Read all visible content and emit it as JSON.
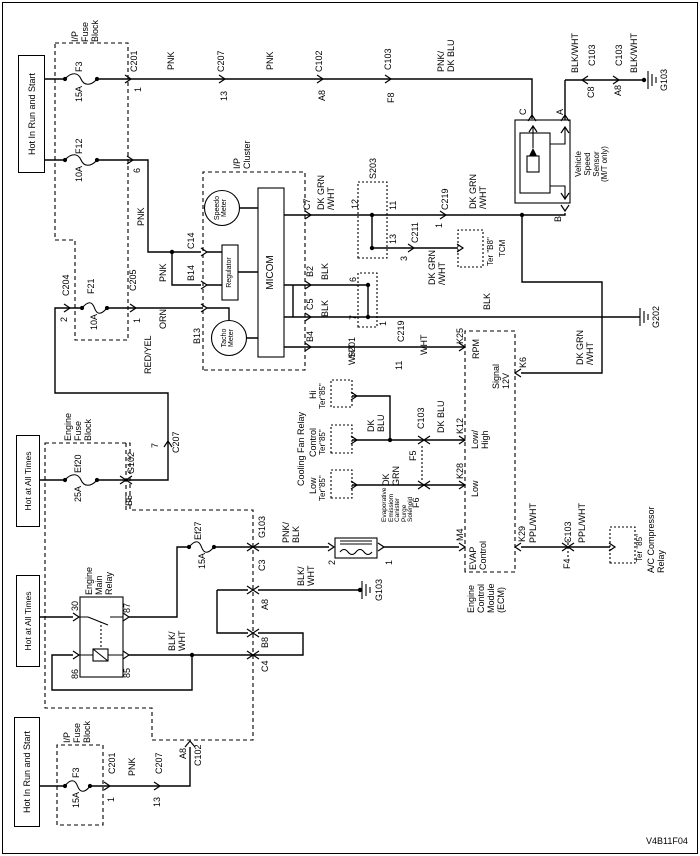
{
  "page": {
    "footer_code": "V4B11F04"
  },
  "feeds": {
    "hot_run_start_top": "Hot In Run and Start",
    "hot_all_times_1": "Hot at All Times",
    "hot_all_times_2": "Hot at All Times",
    "hot_run_start_bottom": "Hot In Run and Start"
  },
  "fuse_blocks": {
    "ip_top": "I/P\nFuse\nBlock",
    "ip_bottom": "I/P\nFuse\nBlock",
    "engine": "Engine\nFuse\nBlock"
  },
  "fuses": {
    "f3_top": "F3",
    "f3_top_amps": "15A",
    "f12": "F12",
    "f12_amps": "10A",
    "f21": "F21",
    "f21_amps": "10A",
    "ef20": "Ef20",
    "ef20_amps": "25A",
    "ef27": "Ef27",
    "ef27_amps": "15A",
    "f3_bottom": "F3",
    "f3_bottom_amps": "15A"
  },
  "cluster": {
    "title": "I/P\nCluster",
    "speedo": "Speedo\nMeter",
    "tacho": "Tacho\nMeter",
    "regulator": "Regulator",
    "micom": "MICOM",
    "pin_c14": "C14",
    "pin_b14": "B14",
    "pin_b13": "B13",
    "pin_c7": "C7",
    "pin_b2": "B2",
    "pin_c5": "C5",
    "pin_b4": "B4"
  },
  "vss": {
    "label": "Vehicle\nSpeed\nSensor\n(M/T only)",
    "pin_a": "A",
    "pin_b": "B",
    "pin_c": "C"
  },
  "ecm": {
    "label": "Engine\nControl\nModule\n(ECM)",
    "k25": "K25",
    "rpm": "RPM",
    "k12": "K12",
    "low_high": "Low/\nHigh",
    "k28": "K28",
    "low": "Low",
    "m4": "M4",
    "evap_control": "EVAP\nControl",
    "k29": "K29",
    "k6": "K6",
    "signal_12v": "Signal\n12V"
  },
  "relay": {
    "label": "Engine\nMain\nRelay",
    "p30": "30",
    "p87": "87",
    "p86": "86",
    "p85": "85"
  },
  "cooling": {
    "title": "Cooling Fan Relay",
    "low": "Low",
    "control": "Control",
    "hi": "Hi",
    "ter85": "Ter\"85\""
  },
  "tcm": {
    "ter": "Ter \"B8\"",
    "name": "TCM"
  },
  "ac_relay": {
    "ter": "Ter \"85\"",
    "name": "A/C Compressor\nRelay"
  },
  "solenoid": {
    "label": "Evaporative\nEmissiom\nCanister\nPurge\nSolenoid",
    "pin1": "1",
    "pin2": "2"
  },
  "grounds": {
    "g103_top": "G103",
    "g103_mid": "G103",
    "g202": "G202"
  },
  "splices": {
    "s203": "S203",
    "s203_p12": "12",
    "s203_p11": "11",
    "s203_p13": "13",
    "s201": "S201",
    "s201_p6": "6",
    "s201_p7": "7",
    "s201_p1": "1"
  },
  "connectors": {
    "c201_top": "C201",
    "c201_top_pin": "1",
    "c207_top": "C207",
    "c207_top_pin": "13",
    "c102_top": "C102",
    "c102_top_pin": "A8",
    "c103_f8": "C103",
    "c103_f8_pin": "F8",
    "c103_c8": "C103",
    "c103_c8_pin": "C8",
    "c103_a8": "C103",
    "c103_a8_pin": "A8",
    "c219_1": "C219",
    "c219_1_pin": "1",
    "c211": "C211",
    "c211_pin": "3",
    "c219_11": "C219",
    "c219_11_pin": "11",
    "c204": "C204",
    "c204_pin": "2",
    "c205": "C205",
    "c205_pin": "1",
    "c201_pin6": "6",
    "g102": "G102",
    "g102_pin": "B5",
    "c207_7": "C207",
    "c207_7_pin": "7",
    "g103_conn": "G103",
    "c3": "C3",
    "a8": "A8",
    "b8": "B8",
    "c4": "C4",
    "c103_f5": "C103",
    "f5": "F5",
    "f6": "F6",
    "c103_f4": "C103",
    "f4": "F4",
    "c201_bottom": "C201",
    "c201_bottom_pin": "1",
    "c207_bottom": "C207",
    "c207_bottom_pin": "13",
    "c102_bottom": "C102",
    "c102_bottom_pin": "A8"
  },
  "wires": {
    "pnk": "PNK",
    "pnk_dk_blu": "PNK/\nDK BLU",
    "blk_wht": "BLK/WHT",
    "blk_wht_2l": "BLK/\nWHT",
    "dk_grn_wht": "DK GRN\n/WHT",
    "orn": "ORN",
    "red_yel": "RED/YEL",
    "blk": "BLK",
    "wht": "WHT",
    "dk_blu_2l": "DK\nBLU",
    "dk_blu": "DK BLU",
    "dk_grn_2l": "DK\nGRN",
    "pnk_blk": "PNK/\nBLK",
    "ppl_wht": "PPL/WHT"
  }
}
